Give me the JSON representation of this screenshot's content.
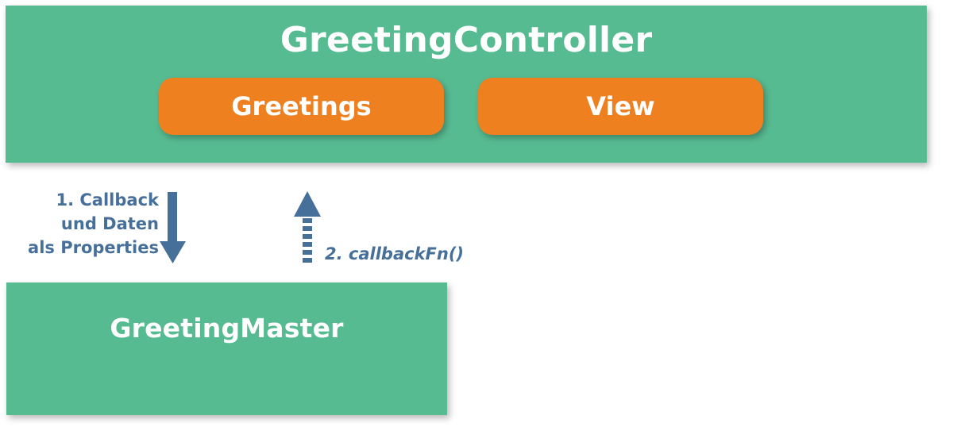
{
  "controller": {
    "title": "GreetingController",
    "children": [
      {
        "label": "Greetings"
      },
      {
        "label": "View"
      }
    ]
  },
  "master": {
    "title": "GreetingMaster"
  },
  "arrows": {
    "down": {
      "lines": [
        "1. Callback",
        "und Daten",
        "als Properties"
      ],
      "style": "solid",
      "direction": "down"
    },
    "up": {
      "label": "2. callbackFn()",
      "style": "dashed",
      "direction": "up"
    }
  },
  "colors": {
    "box_green": "#57bb91",
    "box_orange": "#ef8020",
    "arrow": "#466f99",
    "text_white": "#ffffff"
  }
}
